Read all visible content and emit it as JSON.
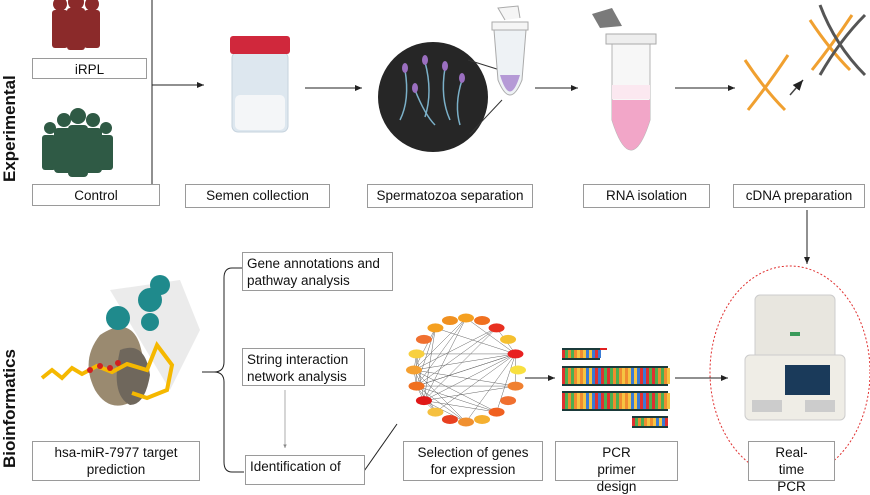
{
  "sections": {
    "experimental": "Experimental",
    "bioinformatics": "Bioinformatics"
  },
  "experimental": {
    "groups": [
      "iRPL",
      "Control"
    ],
    "steps": [
      "Semen collection",
      "Spermatozoa separation",
      "RNA isolation",
      "cDNA preparation"
    ]
  },
  "bioinformatics": {
    "target_prediction": "hsa-miR-7977 target prediction",
    "analyses": [
      "Gene annotations and pathway analysis",
      "String interaction network analysis",
      "Identification of"
    ],
    "selection": "Selection of genes for expression",
    "primer": "PCR primer design",
    "realtime": "Real-time PCR"
  },
  "colors": {
    "irpl": "#8b2a2a",
    "control": "#2f5a45",
    "rna_pink": "#f2a6c8",
    "dna_orange": "#f0a030",
    "ellipse": "#e03030"
  }
}
